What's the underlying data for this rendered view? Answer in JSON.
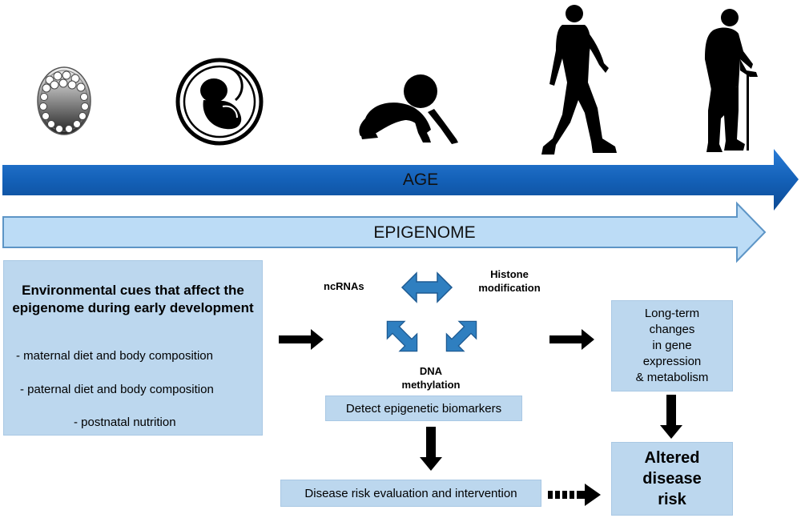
{
  "colors": {
    "age_arrow": "#1461b8",
    "epigenome_arrow": "#bcdcf6",
    "box_fill": "#bcd7ee",
    "mark_arrows": "#2f7fc0",
    "flow_arrows": "#000000"
  },
  "timeline": {
    "stages": [
      {
        "icon": "embryo-morula-icon"
      },
      {
        "icon": "fetus-icon"
      },
      {
        "icon": "crawling-baby-icon"
      },
      {
        "icon": "walking-adult-icon"
      },
      {
        "icon": "elderly-person-with-cane-icon"
      }
    ],
    "age_label": "AGE",
    "epigenome_label": "EPIGENOME"
  },
  "cues": {
    "title": "Environmental cues that affect the epigenome during early development",
    "items": [
      "-   maternal diet and body composition",
      "-   paternal diet and body composition",
      "-   postnatal nutrition"
    ]
  },
  "marks": {
    "ncrnas": "ncRNAs",
    "histone": "Histone\nmodification",
    "dna": "DNA\nmethylation"
  },
  "boxes": {
    "biomarkers": "Detect epigenetic biomarkers",
    "disease_eval": "Disease risk evaluation and intervention",
    "long_term": "Long-term\nchanges\nin gene\nexpression\n& metabolism",
    "altered": "Altered\ndisease\nrisk"
  }
}
